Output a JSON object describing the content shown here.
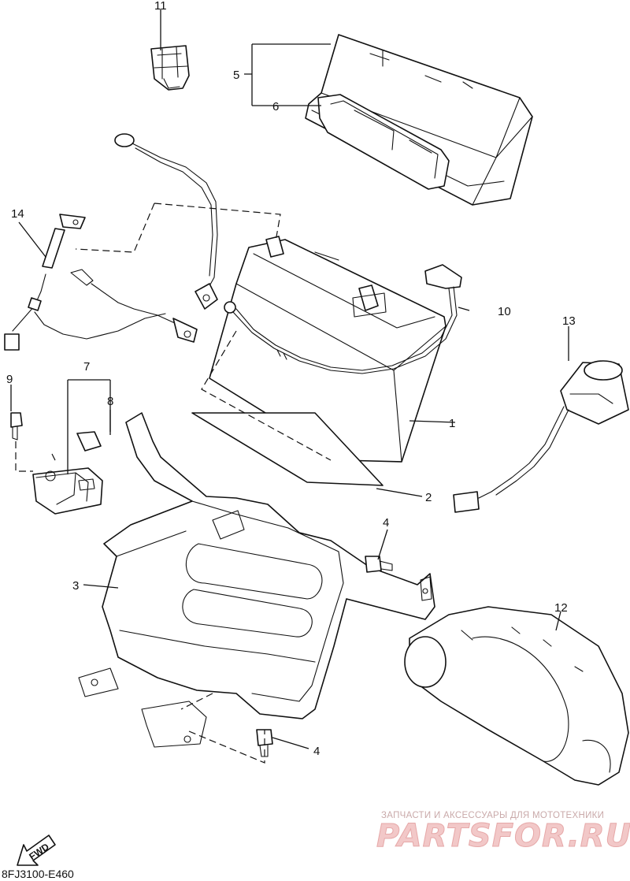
{
  "callouts": [
    {
      "id": "c1",
      "label": "1"
    },
    {
      "id": "c2",
      "label": "2"
    },
    {
      "id": "c3",
      "label": "3"
    },
    {
      "id": "c4a",
      "label": "4"
    },
    {
      "id": "c4b",
      "label": "4"
    },
    {
      "id": "c5",
      "label": "5"
    },
    {
      "id": "c6",
      "label": "6"
    },
    {
      "id": "c7",
      "label": "7"
    },
    {
      "id": "c8",
      "label": "8"
    },
    {
      "id": "c9",
      "label": "9"
    },
    {
      "id": "c10",
      "label": "10"
    },
    {
      "id": "c11",
      "label": "11"
    },
    {
      "id": "c12",
      "label": "12"
    },
    {
      "id": "c13",
      "label": "13"
    },
    {
      "id": "c14",
      "label": "14"
    }
  ],
  "diagram_code": "8FJ3100-E460",
  "fwd_label": "FWD",
  "watermark": {
    "tagline": "ЗАПЧАСТИ И АКСЕССУАРЫ ДЛЯ МОТОТЕХНИКИ",
    "logo_text": "PARTSFOR.RU"
  },
  "colors": {
    "line": "#111111",
    "background": "#ffffff",
    "watermark": "#e6a8a8"
  }
}
